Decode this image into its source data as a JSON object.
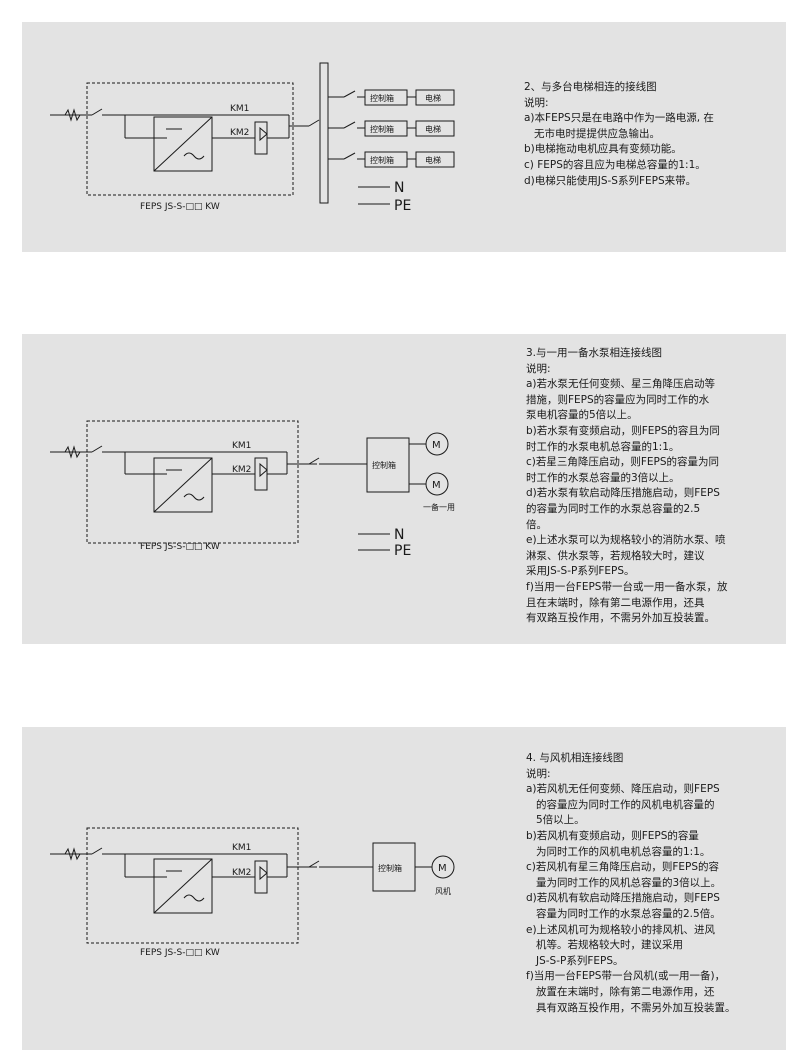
{
  "diagram1": {
    "label_km1": "KM1",
    "label_km2": "KM2",
    "model_label": "FEPS JS-S-□□ KW",
    "box_controller": "控制箱",
    "box_elevator": "电梯",
    "label_n": "N",
    "label_pe": "PE",
    "desc": [
      "2、与多台电梯相连的接线图",
      "说明:",
      "a)本FEPS只是在电路中作为一路电源, 在",
      "无市电时提提供应急输出。",
      "b)电梯拖动电机应具有变频功能。",
      "c) FEPS的容且应为电梯总容量的1:1。",
      "d)电梯只能使用JS-S系列FEPS来带。"
    ]
  },
  "diagram2": {
    "label_km1": "KM1",
    "label_km2": "KM2",
    "model_label": "FEPS JS-S-□□ KW",
    "box_controller": "控制箱",
    "motor": "M",
    "standby_label": "一备一用",
    "label_n": "N",
    "label_pe": "PE",
    "desc": [
      "3.与一用一备水泵相连接线图",
      "说明:",
      "a)若水泵无任何变频、星三角降压启动等",
      "措施，则FEPS的容量应为同时工作的水",
      "泵电机容量的5倍以上。",
      "b)若水泵有变频启动，则FEPS的容且为同",
      "时工作的水泵电机总容量的1:1。",
      "c)若星三角降压启动，则FEPS的容量为同",
      "时工作的水泵总容量的3倍以上。",
      "d)若水泵有软启动降压措施启动，则FEPS",
      "的容量为同时工作的水泵总容量的2.5",
      "倍。",
      "e)上述水泵可以为规格较小的消防水泵、喷",
      "淋泵、供水泵等，若规格较大时，建议",
      "采用JS-S-P系列FEPS。",
      "f)当用一台FEPS带一台或一用一备水泵，放",
      "且在末端时，除有第二电源作用，还具",
      "有双路互投作用，不需另外加互投装置。"
    ]
  },
  "diagram3": {
    "label_km1": "KM1",
    "label_km2": "KM2",
    "model_label": "FEPS JS-S-□□ KW",
    "box_controller": "控制箱",
    "motor": "M",
    "fan_label": "风机",
    "desc": [
      "4. 与风机相连接线图",
      "说明:",
      "a)若风机无任何变频、降压启动，则FEPS",
      "的容量应为同时工作的风机电机容量的",
      "5倍以上。",
      "b)若风机有变频启动，则FEPS的容量",
      "为同时工作的风机电机总容量的1:1。",
      "c)若风机有星三角降压启动，则FEPS的容",
      "量为同时工作的风机总容量的3倍以上。",
      "d)若风机有软启动降压措施启动，则FEPS",
      "容量为同时工作的水泵总容量的2.5倍。",
      "e)上述风机可为规格较小的排风机、进风",
      "机等。若规格较大时，建议采用",
      "JS-S-P系列FEPS。",
      "f)当用一台FEPS带一台风机(或一用一备)，",
      "放置在末端时，除有第二电源作用，还",
      "具有双路互投作用，不需另外加互投装置。"
    ]
  }
}
